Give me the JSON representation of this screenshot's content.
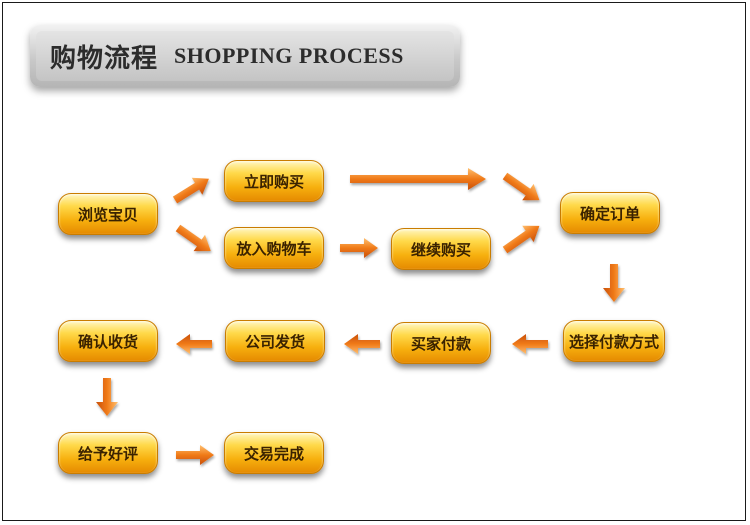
{
  "header": {
    "title_cn": "购物流程",
    "title_en": "SHOPPING PROCESS"
  },
  "steps": [
    {
      "label": "浏览宝贝"
    },
    {
      "label": "立即购买"
    },
    {
      "label": "放入购物车"
    },
    {
      "label": "继续购买"
    },
    {
      "label": "确定订单"
    },
    {
      "label": "选择付款方式"
    },
    {
      "label": "买家付款"
    },
    {
      "label": "公司发货"
    },
    {
      "label": "确认收货"
    },
    {
      "label": "给予好评"
    },
    {
      "label": "交易完成"
    }
  ],
  "colors": {
    "step_top": "#ffd94a",
    "step_bottom": "#e58a00",
    "arrow": "#f07a18"
  }
}
